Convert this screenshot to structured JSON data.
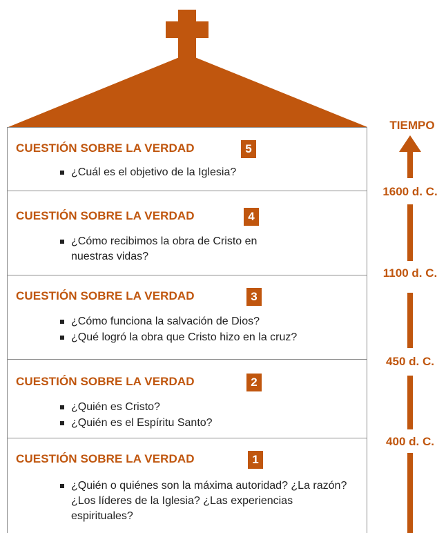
{
  "colors": {
    "accent": "#c0560e",
    "text": "#222222",
    "border": "#8c8c8c"
  },
  "timeline": {
    "title": "TIEMPO",
    "eras": [
      "1600 d. C.",
      "1100 d. C.",
      "450 d. C.",
      "400 d. C."
    ]
  },
  "sections": [
    {
      "heading": "CUESTIÓN SOBRE LA VERDAD",
      "number": "5",
      "items": [
        "¿Cuál es el objetivo de la Iglesia?"
      ]
    },
    {
      "heading": "CUESTIÓN SOBRE LA VERDAD",
      "number": "4",
      "items": [
        "¿Cómo recibimos la obra de Cristo en nuestras vidas?"
      ]
    },
    {
      "heading": "CUESTIÓN SOBRE LA VERDAD",
      "number": "3",
      "items": [
        "¿Cómo funciona la salvación de Dios?",
        "¿Qué logró la obra que Cristo hizo en la cruz?"
      ]
    },
    {
      "heading": "CUESTIÓN SOBRE LA VERDAD",
      "number": "2",
      "items": [
        "¿Quién es Cristo?",
        "¿Quién es el Espíritu Santo?"
      ]
    },
    {
      "heading": "CUESTIÓN SOBRE LA VERDAD",
      "number": "1",
      "items": [
        "¿Quién o quiénes son la máxima autoridad? ¿La razón? ¿Los líderes de la Iglesia? ¿Las experiencias espirituales?"
      ]
    }
  ]
}
